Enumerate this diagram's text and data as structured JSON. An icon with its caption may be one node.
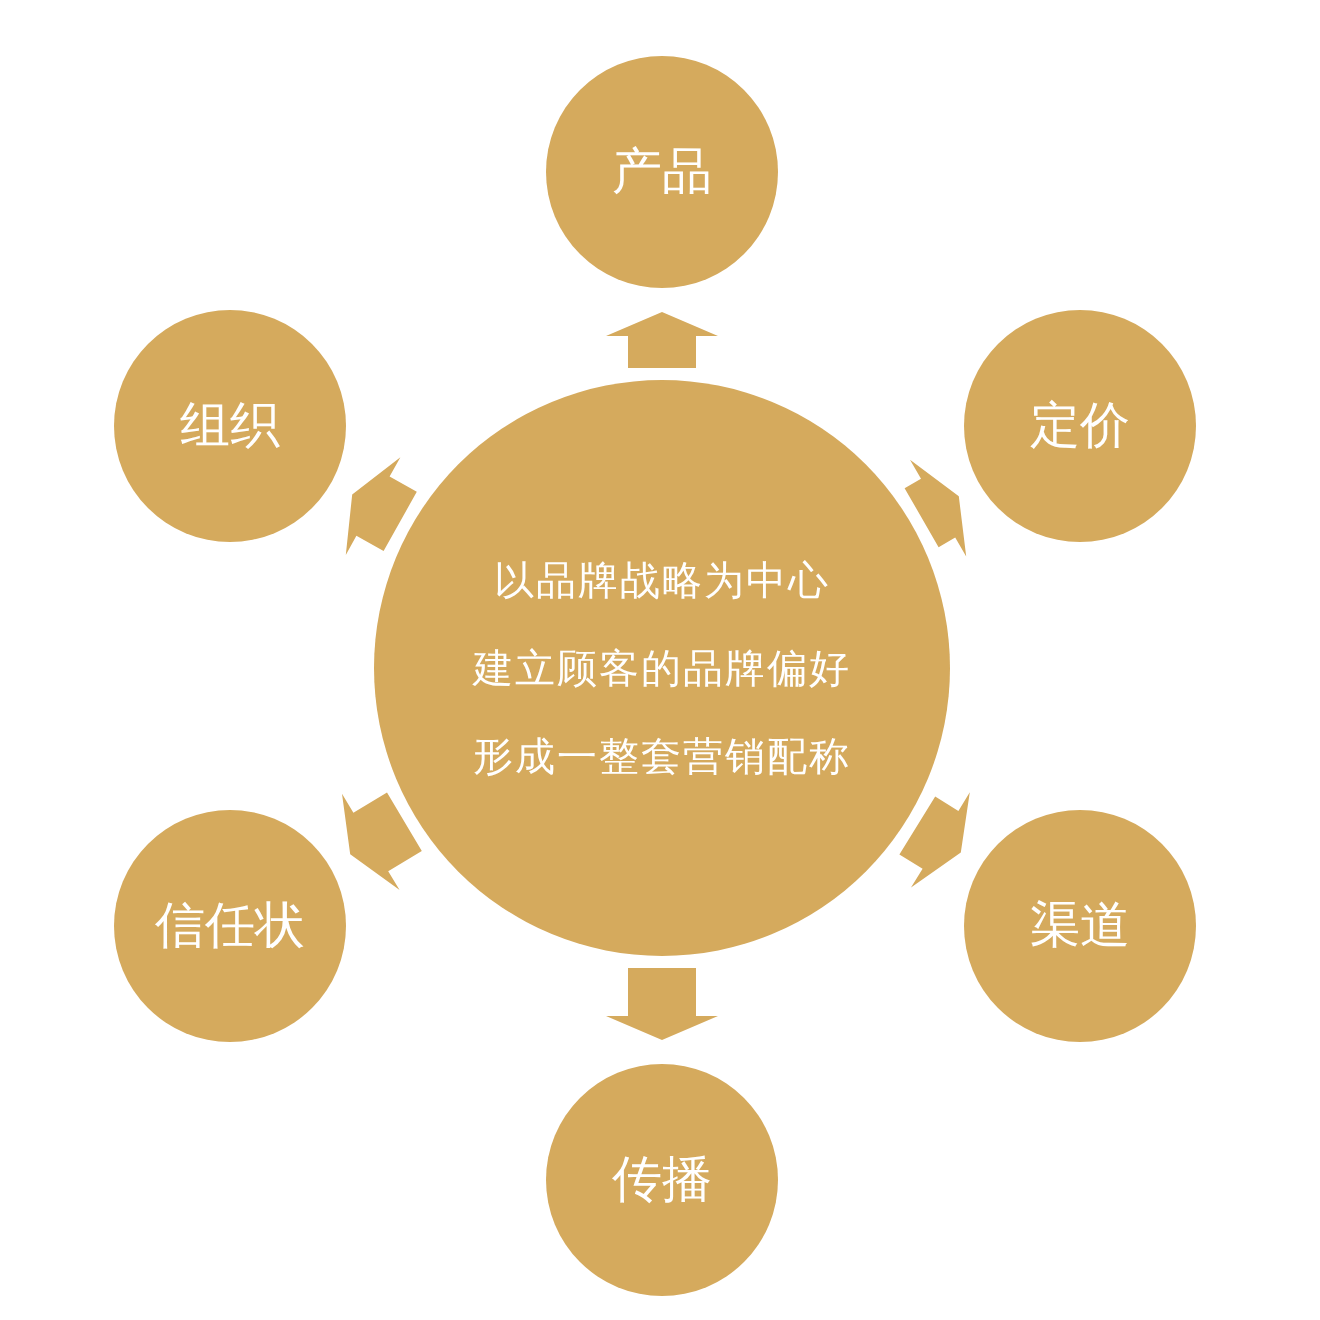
{
  "diagram": {
    "nodes": [
      {
        "text": [
          "产品"
        ]
      },
      {
        "text": [
          "组织"
        ]
      },
      {
        "text": [
          "定价"
        ]
      },
      {
        "text": [
          "以品牌战略为中心",
          "建立顾客的品牌偏好",
          "形成一整套营销配称"
        ]
      },
      {
        "text": [
          "信任状"
        ]
      },
      {
        "text": [
          "渠道"
        ]
      },
      {
        "text": [
          "传播"
        ]
      }
    ],
    "edges": [
      {
        "from": 3,
        "to": 0,
        "arrow": "to"
      },
      {
        "from": 3,
        "to": 2,
        "arrow": "to"
      },
      {
        "from": 3,
        "to": 5,
        "arrow": "to"
      },
      {
        "from": 3,
        "to": 6,
        "arrow": "to"
      },
      {
        "from": 3,
        "to": 4,
        "arrow": "to"
      },
      {
        "from": 3,
        "to": 1,
        "arrow": "to"
      }
    ]
  }
}
